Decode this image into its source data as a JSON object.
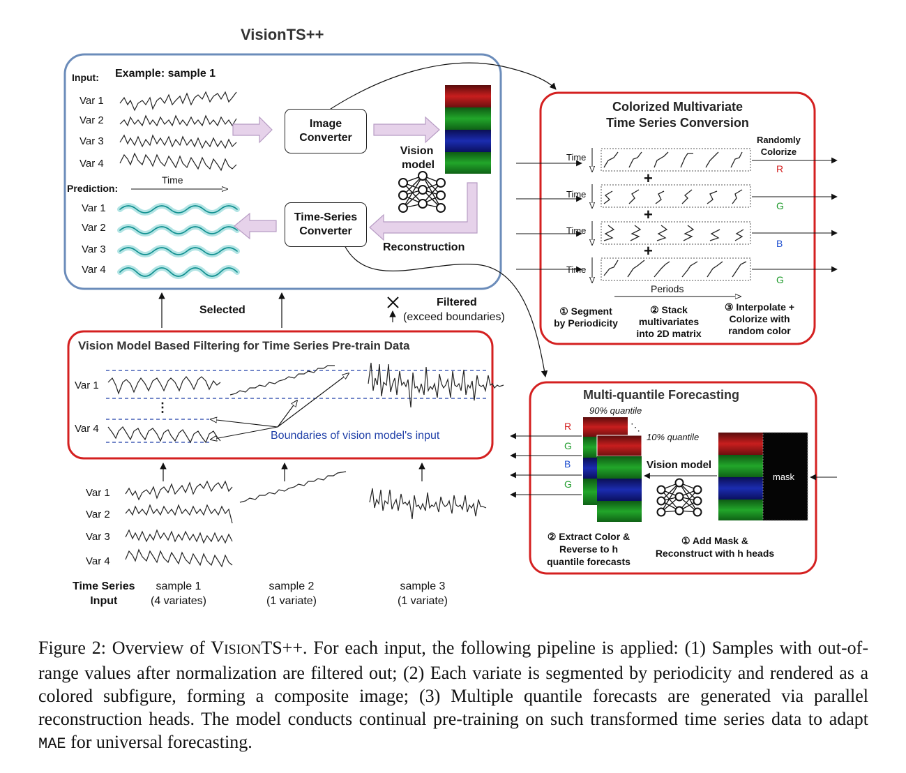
{
  "main_title": "VisionTS++",
  "top_panel": {
    "input_label": "Input:",
    "example_label": "Example: sample 1",
    "vars": [
      "Var 1",
      "Var 2",
      "Var 3",
      "Var 4"
    ],
    "time_label": "Time",
    "prediction_label": "Prediction:",
    "image_converter": [
      "Image",
      "Converter"
    ],
    "vision_model": [
      "Vision",
      "model"
    ],
    "ts_converter": [
      "Time-Series",
      "Converter"
    ],
    "reconstruction": "Reconstruction"
  },
  "middle": {
    "selected": "Selected",
    "filtered": "Filtered",
    "filtered_sub": "(exceed boundaries)"
  },
  "filter_panel": {
    "title": "Vision Model Based Filtering for Time Series Pre-train Data",
    "var1": "Var 1",
    "ellipsis": "⋮",
    "var4": "Var 4",
    "boundaries": "Boundaries of vision model's input"
  },
  "bottom": {
    "vars": [
      "Var 1",
      "Var 2",
      "Var 3",
      "Var 4"
    ],
    "ts_input": [
      "Time Series",
      "Input"
    ],
    "samples": [
      {
        "name": "sample 1",
        "sub": "(4 variates)"
      },
      {
        "name": "sample 2",
        "sub": "(1 variate)"
      },
      {
        "name": "sample 3",
        "sub": "(1 variate)"
      }
    ]
  },
  "color_panel": {
    "title": [
      "Colorized Multivariate",
      "Time Series Conversion"
    ],
    "randomly": [
      "Randomly",
      "Colorize"
    ],
    "time_label": "Time",
    "channels": [
      "R",
      "G",
      "B",
      "G"
    ],
    "plus": "+",
    "periods": "Periods",
    "steps": [
      [
        "① Segment",
        "by Periodicity"
      ],
      [
        "② Stack",
        "multivariates",
        "into 2D matrix"
      ],
      [
        "③ Interpolate +",
        "Colorize with",
        "random color"
      ]
    ]
  },
  "quantile_panel": {
    "title": "Multi-quantile Forecasting",
    "q90": "90% quantile",
    "q10": "10% quantile",
    "ellipsis": "⋱",
    "vision_model": "Vision model",
    "mask": "mask",
    "channels": [
      "R",
      "G",
      "B",
      "G"
    ],
    "step2": [
      "② Extract Color &",
      "Reverse to h",
      "quantile forecasts"
    ],
    "step1": [
      "① Add Mask &",
      "Reconstruct with h heads"
    ]
  },
  "caption": {
    "prefix": "Figure 2: Overview of V",
    "smallcaps": "ISION",
    "p1": "TS++. For each input, the following pipeline is applied: (1) Samples with out-of-range values after normalization are filtered out; (2) Each variate is segmented by periodicity and rendered as a colored subfigure, forming a composite image; (3) Multiple quantile forecasts are generated via parallel reconstruction heads. The model conducts continual pre-training on such transformed time series data to adapt ",
    "mae": "MAE",
    "p2": " for universal forecasting."
  },
  "colors": {
    "blue_frame": "#6b8cba",
    "red_frame": "#d42020",
    "arrow_fill": "#e6d2ea",
    "arrow_stroke": "#b79cc4",
    "teal": "#1aa3a3",
    "boundary_blue": "#1f3fa8",
    "r": "#d42020",
    "g": "#1d9a2a",
    "b": "#1f4fd0"
  }
}
